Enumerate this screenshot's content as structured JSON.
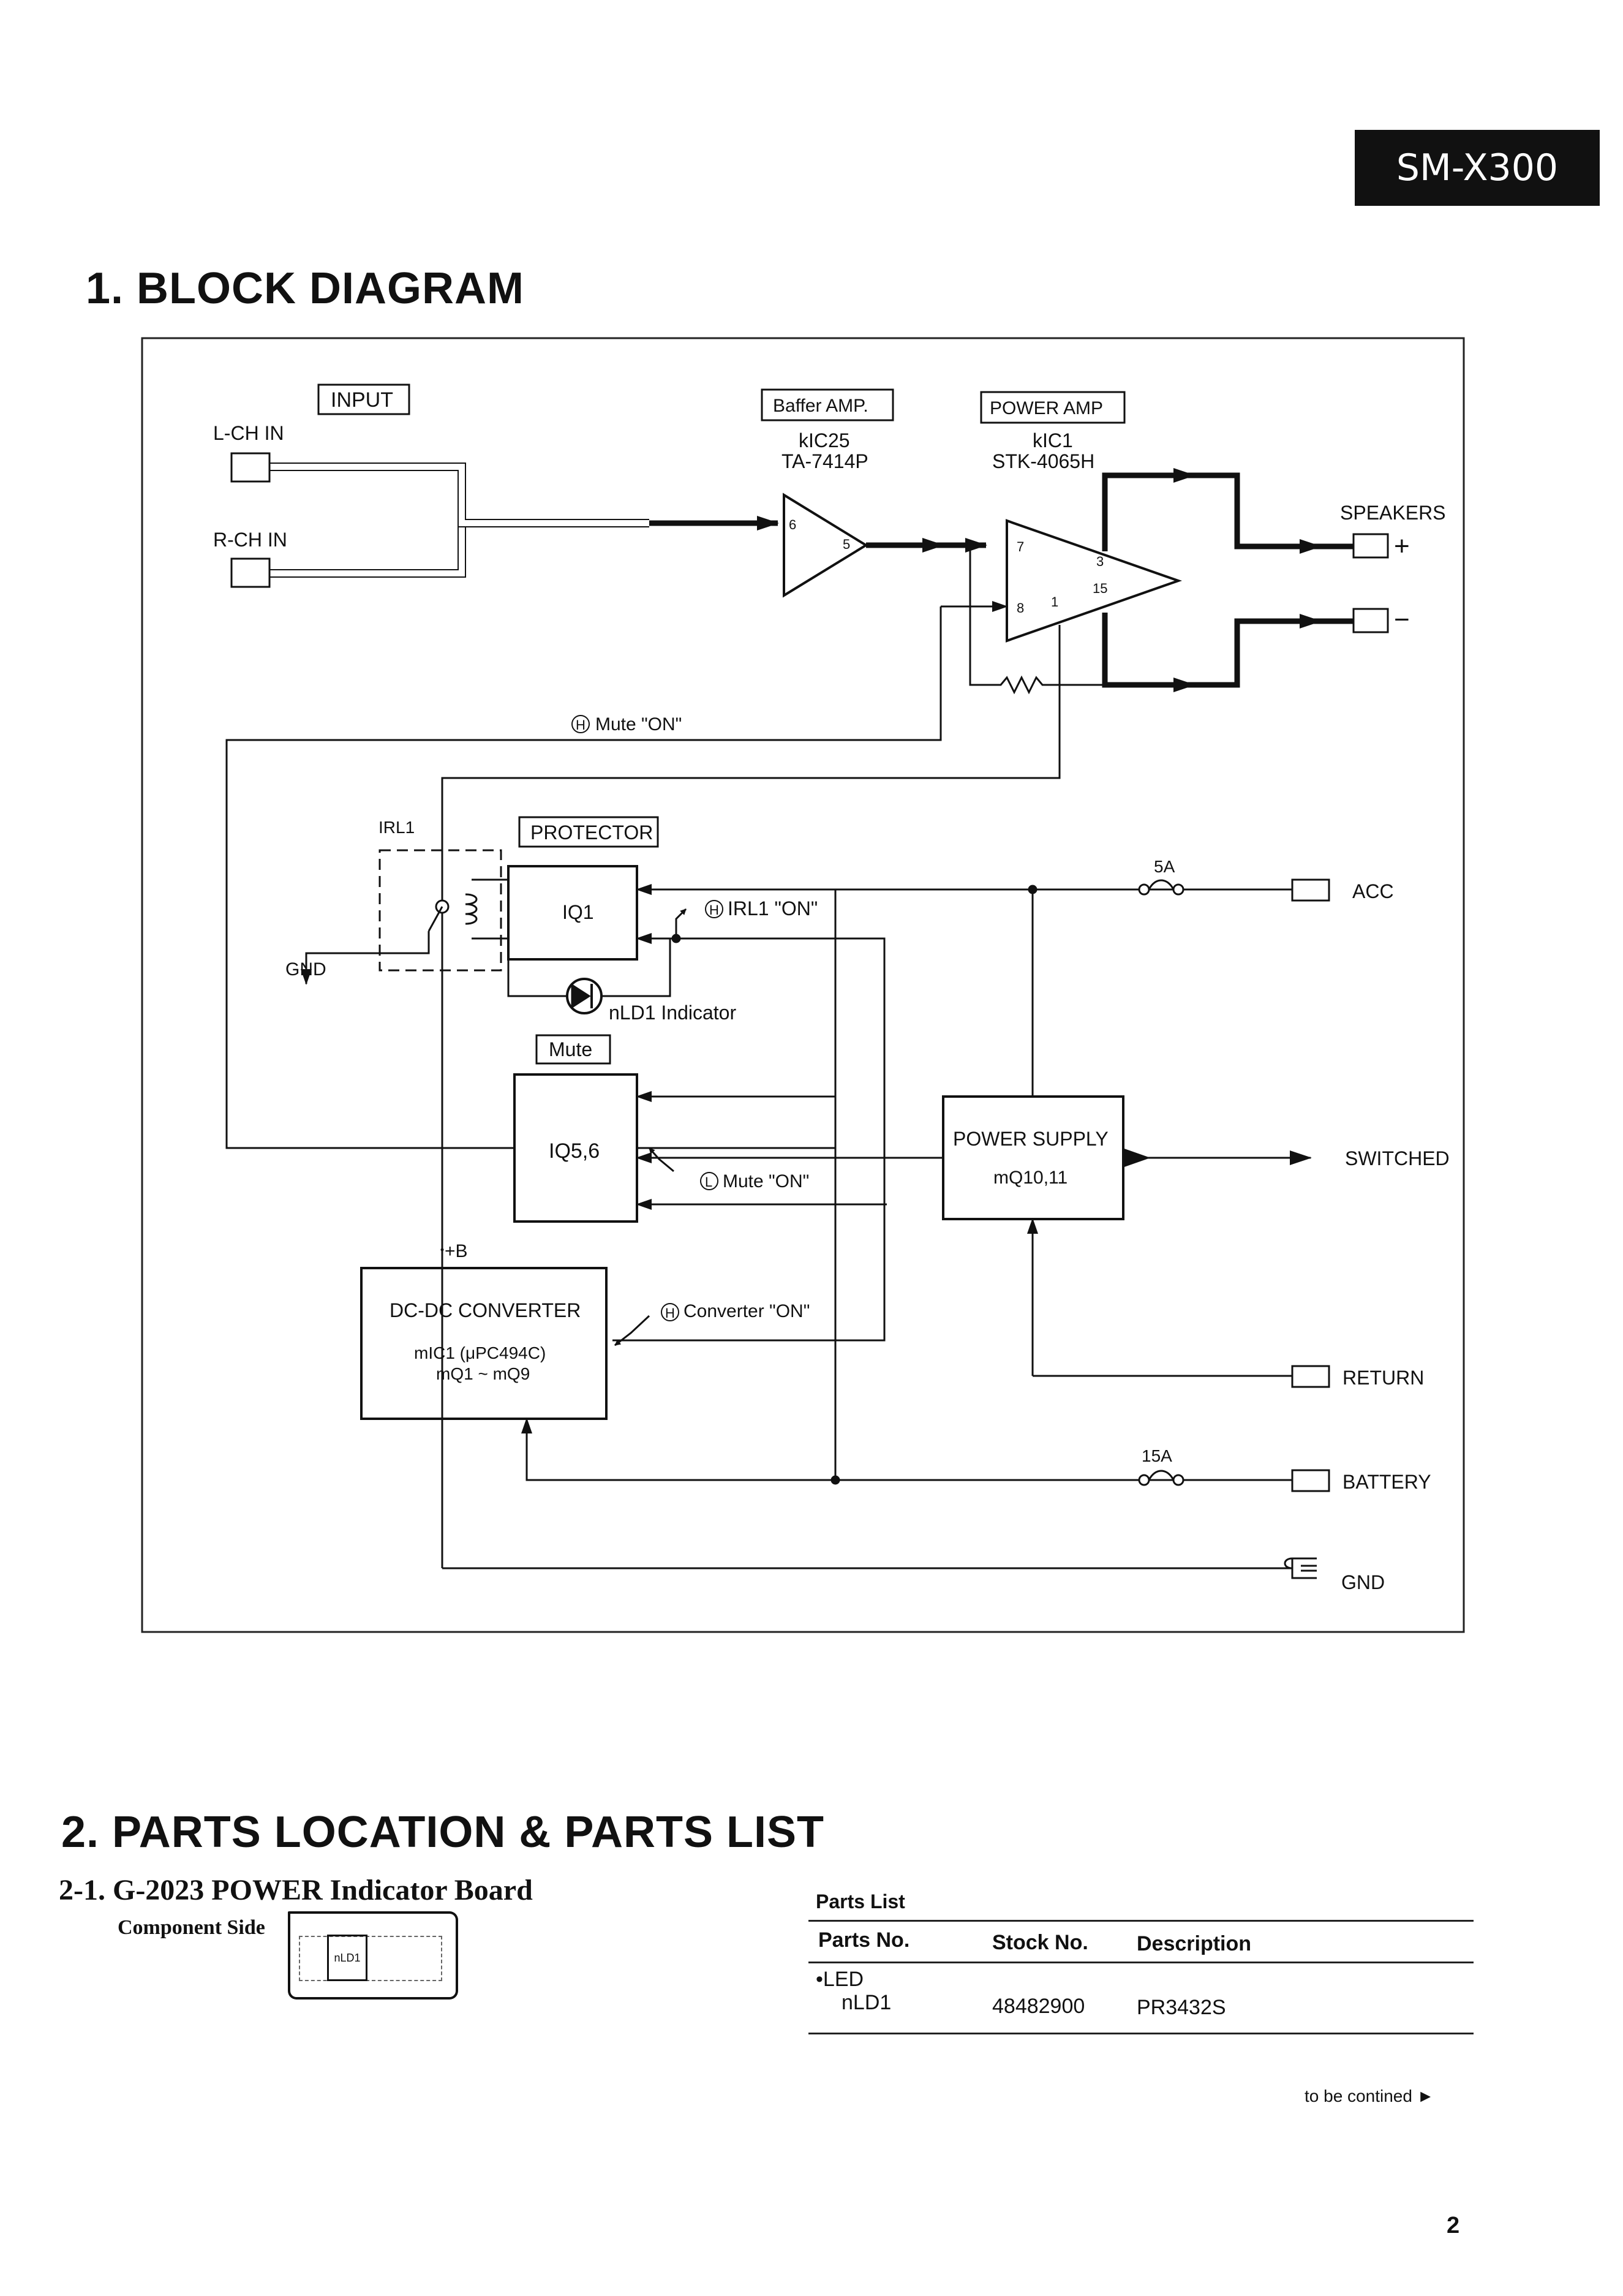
{
  "header": {
    "model": "SM-X300"
  },
  "section1": {
    "title": "1. BLOCK DIAGRAM",
    "labels": {
      "input_box": "INPUT",
      "lch": "L-CH IN",
      "rch": "R-CH IN",
      "buffer_box": "Baffer AMP.",
      "buffer_ic": "kIC25",
      "buffer_part": "TA-7414P",
      "power_box": "POWER AMP",
      "power_ic": "kIC1",
      "power_part": "STK-4065H",
      "speakers": "SPEAKERS",
      "plus": "+",
      "minus": "−",
      "mute_on_h": "Mute \"ON\"",
      "irl1": "IRL1",
      "protector_box": "PROTECTOR",
      "iq1": "IQ1",
      "irl1_on": "IRL1 \"ON\"",
      "gnd_left": "GND",
      "nld1": "nLD1 Indicator",
      "mute_box": "Mute",
      "iq56": "IQ5,6",
      "mute_on_l": "Mute \"ON\"",
      "power_supply": "POWER SUPPLY",
      "power_supply_ic": "mQ10,11",
      "switched": "SWITCHED",
      "plus_b": "+B",
      "dcdc": "DC-DC CONVERTER",
      "dcdc_ic1": "mIC1 (μPC494C)",
      "dcdc_ic2": "mQ1 ~ mQ9",
      "converter_on": "Converter \"ON\"",
      "fuse_5a": "5A",
      "acc": "ACC",
      "return": "RETURN",
      "fuse_15a": "15A",
      "battery": "BATTERY",
      "gnd_right": "GND",
      "h_symbol": "H",
      "l_symbol": "L",
      "pin6": "6",
      "pin5": "5",
      "pin7": "7",
      "pin8": "8",
      "pin1": "1",
      "pin3": "3",
      "pin15": "15"
    }
  },
  "section2": {
    "title": "2. PARTS LOCATION & PARTS LIST",
    "subtitle": "2-1. G-2023 POWER Indicator Board",
    "component_side": "Component Side",
    "board_label": "nLD1",
    "parts_list": {
      "caption": "Parts List",
      "headers": [
        "Parts No.",
        "Stock No.",
        "Description"
      ],
      "group": "•LED",
      "rows": [
        {
          "part": "nLD1",
          "stock": "48482900",
          "description": "PR3432S"
        }
      ]
    },
    "continued": "to be contined ►"
  },
  "footer": {
    "page_number": "2"
  }
}
